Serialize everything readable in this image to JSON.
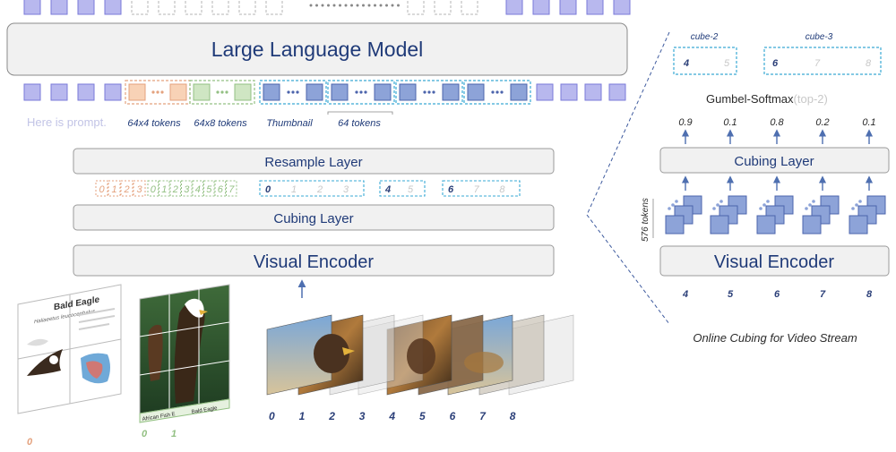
{
  "colors": {
    "token_fill": "#b8b8ee",
    "token_stroke": "#7a7ad8",
    "orange_fill": "#f8d2b6",
    "orange_stroke": "#e4a27e",
    "green_fill": "#cfe6c3",
    "green_stroke": "#93c083",
    "blue_fill": "#8da3d8",
    "blue_stroke": "#4c64ac",
    "cyan_dash": "#3aa9d4",
    "box_fill": "#f1f1f1",
    "box_stroke": "#9a9a9a",
    "arrow": "#4e6fb0",
    "num_dark": "#2b3f78",
    "num_light": "#c8c8c8"
  },
  "main": {
    "llm_label": "Large Language Model",
    "prompt_text": "Here is prompt.",
    "token_labels": [
      "64x4 tokens",
      "64x8 tokens",
      "Thumbnail",
      "64 tokens"
    ],
    "resample_label": "Resample Layer",
    "cubing_label": "Cubing Layer",
    "encoder_label": "Visual Encoder",
    "orange_digits": [
      "0",
      "1",
      "2",
      "3"
    ],
    "green_digits": [
      "0",
      "1",
      "2",
      "3",
      "4",
      "5",
      "6",
      "7"
    ],
    "cube_a": [
      "0",
      "1",
      "2",
      "3"
    ],
    "cube_b": [
      "4",
      "5"
    ],
    "cube_c": [
      "6",
      "7",
      "8"
    ],
    "frame_labels": [
      "0",
      "1",
      "2",
      "3",
      "4",
      "5",
      "6",
      "7",
      "8"
    ],
    "image_label": "0",
    "split_labels": [
      "0",
      "1"
    ]
  },
  "doc": {
    "title": "Bald Eagle",
    "subtitle": "Haliaeetus leucocephalus"
  },
  "photo": {
    "caption_left": "African Fish E",
    "caption_right": "Bald Eagle"
  },
  "side": {
    "cube2_label": "cube-2",
    "cube3_label": "cube-3",
    "cube2_digits": [
      "4",
      "5"
    ],
    "cube3_digits": [
      "6",
      "7",
      "8"
    ],
    "gumbel_label": "Gumbel-Softmax",
    "gumbel_suffix": "(top-2)",
    "scores": [
      "0.9",
      "0.1",
      "0.8",
      "0.2",
      "0.1"
    ],
    "cubing_label": "Cubing Layer",
    "tokens_label": "576 tokens",
    "encoder_label": "Visual Encoder",
    "frame_labels": [
      "4",
      "5",
      "6",
      "7",
      "8"
    ],
    "caption": "Online Cubing for Video Stream"
  }
}
